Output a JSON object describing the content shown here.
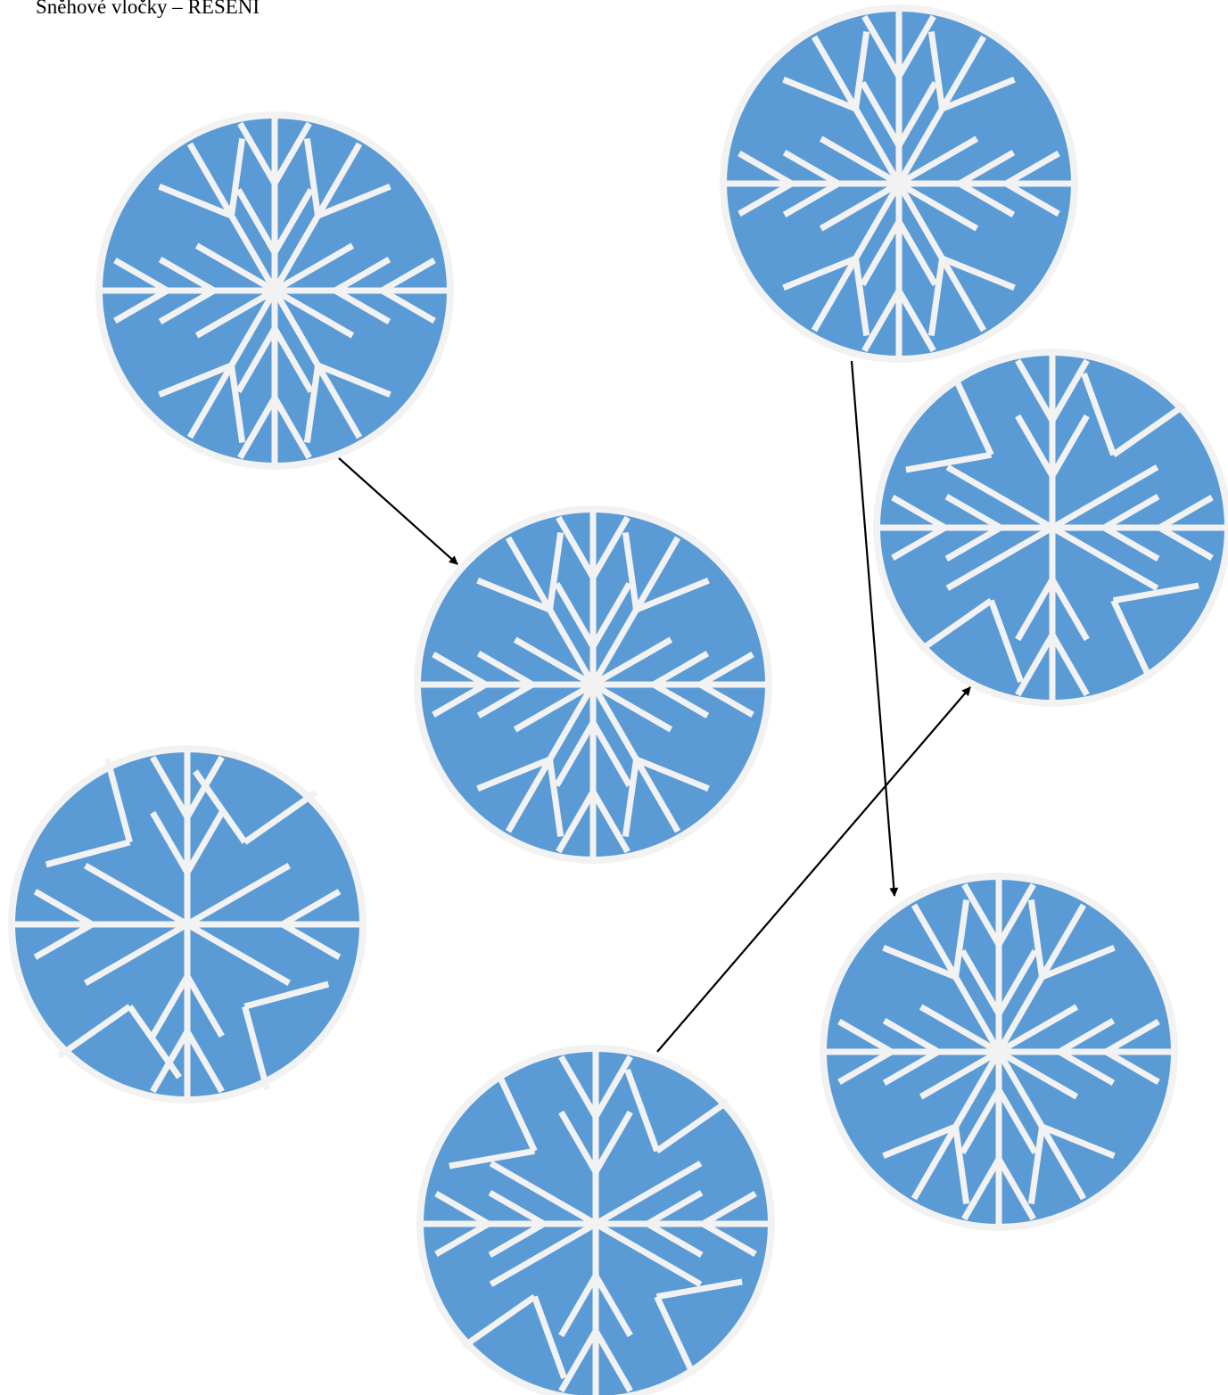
{
  "title": "Sněhové vločky – ŘEŠENÍ",
  "colors": {
    "flake_fill": "#5b9bd5",
    "flake_lines": "#f2f2f2",
    "arrow": "#000000",
    "background": "#ffffff"
  },
  "snowflakes": [
    {
      "name": "snowflake-1",
      "variant": "dense"
    },
    {
      "name": "snowflake-2",
      "variant": "dense"
    },
    {
      "name": "snowflake-3",
      "variant": "dense"
    },
    {
      "name": "snowflake-4",
      "variant": "notched"
    },
    {
      "name": "snowflake-5",
      "variant": "sparse"
    },
    {
      "name": "snowflake-6",
      "variant": "dense"
    },
    {
      "name": "snowflake-7",
      "variant": "notched"
    }
  ],
  "arrows": [
    {
      "name": "arrow-1",
      "from": "snowflake-1",
      "to": "snowflake-2"
    },
    {
      "name": "arrow-2",
      "from": "snowflake-3",
      "to": "snowflake-6"
    },
    {
      "name": "arrow-3",
      "from": "snowflake-7",
      "to": "snowflake-4"
    }
  ]
}
